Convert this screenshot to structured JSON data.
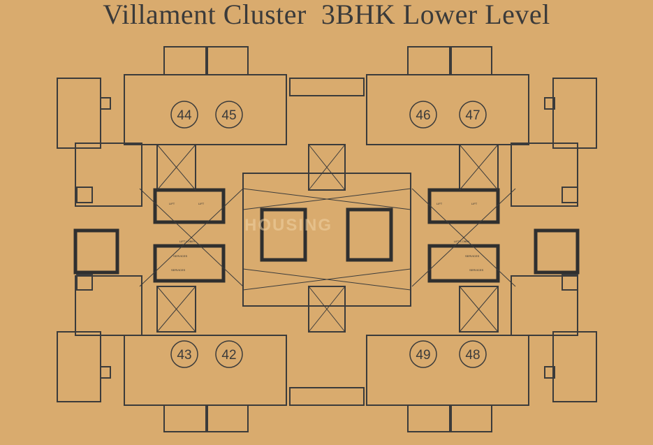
{
  "title": "Villament Cluster  3BHK Lower Level",
  "units": [
    "44",
    "45",
    "46",
    "47",
    "43",
    "42",
    "49",
    "48"
  ],
  "core_labels": {
    "lift": "LIFT",
    "lift_lobby": "LIFT LOBBY",
    "services": "SERVICES"
  },
  "watermark": "HOUSING",
  "colors": {
    "background": "#d9ab6e",
    "walls": "#3b3b3b"
  }
}
